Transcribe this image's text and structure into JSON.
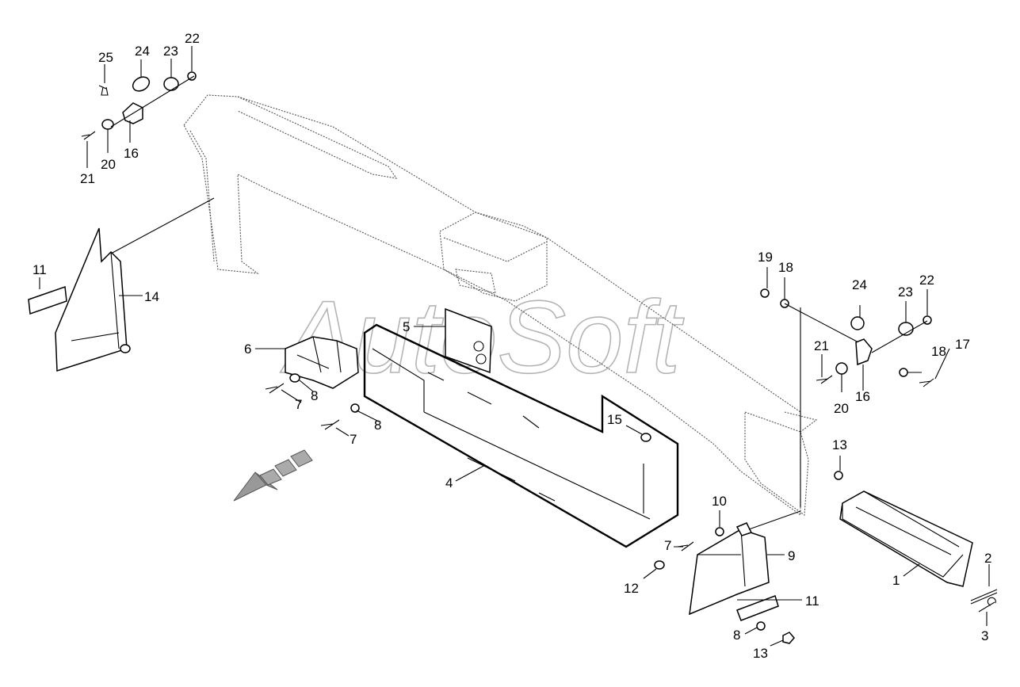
{
  "watermark": "AutoSoft",
  "callouts": {
    "c25": "25",
    "c24a": "24",
    "c23a": "23",
    "c22a": "22",
    "c16a": "16",
    "c20a": "20",
    "c21a": "21",
    "c11a": "11",
    "c14": "14",
    "c6": "6",
    "c5": "5",
    "c8a": "8",
    "c7a": "7",
    "c8b": "8",
    "c7b": "7",
    "c15": "15",
    "c4": "4",
    "c19": "19",
    "c18a": "18",
    "c24b": "24",
    "c23b": "23",
    "c22b": "22",
    "c21b": "21",
    "c18b": "18",
    "c17": "17",
    "c20b": "20",
    "c16b": "16",
    "c13a": "13",
    "c10": "10",
    "c7c": "7",
    "c9": "9",
    "c12": "12",
    "c11b": "11",
    "c8c": "8",
    "c13b": "13",
    "c1": "1",
    "c2": "2",
    "c3": "3"
  },
  "colors": {
    "line": "#000000",
    "frame": "#555555",
    "watermark": "#777777",
    "arrow": "#999999"
  },
  "icons": {
    "direction": "direction-arrow-icon"
  }
}
